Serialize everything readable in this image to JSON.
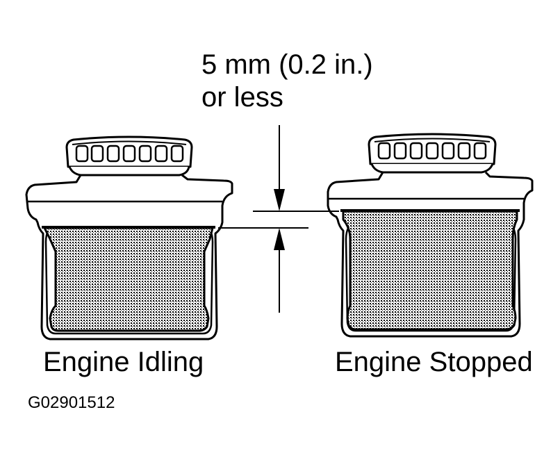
{
  "specification": {
    "line1": "5 mm (0.2 in.)",
    "line2": "or less"
  },
  "reservoirs": [
    {
      "label": "Engine Idling"
    },
    {
      "label": "Engine Stopped"
    }
  ],
  "figure_id": "G02901512",
  "colors": {
    "line": "#000000",
    "background": "#ffffff",
    "fluid_fill": "#9a9a9a"
  }
}
